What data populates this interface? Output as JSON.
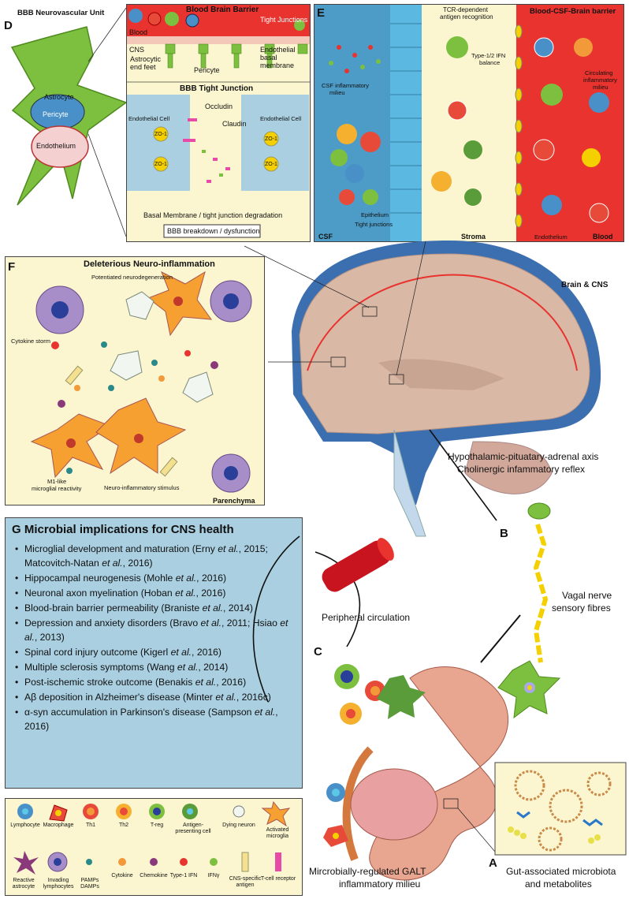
{
  "panels": {
    "A": {
      "letter": "A",
      "caption_line1": "Gut-associated microbiota",
      "caption_line2": "and metabolites"
    },
    "B": {
      "letter": "B",
      "caption_line1": "Vagal nerve",
      "caption_line2": "sensory fibres"
    },
    "C": {
      "letter": "C",
      "circulation_label": "Peripheral circulation",
      "galt_line1": "Mircrobially-regulated GALT",
      "galt_line2": "inflammatory milieu"
    },
    "D": {
      "letter": "D",
      "title": "BBB Neurovascular Unit",
      "astrocyte": "Astrocyte",
      "pericyte": "Pericyte",
      "endothelium": "Endothelium"
    },
    "BBB": {
      "title": "Blood Brain Barrier",
      "tight_junctions": "Tight Junctions",
      "blood": "Blood",
      "cns": "CNS",
      "astro_feet": "Astrocytic end feet",
      "pericyte": "Pericyte",
      "endo_membrane": "Endothelial basal membrane",
      "tj_title": "BBB Tight Junction",
      "occludin": "Occludin",
      "claudin": "Claudin",
      "endo_cell_left": "Endothelial Cell",
      "endo_cell_right": "Endothelial Cell",
      "zo1": "ZO-1",
      "basal": "Basal Membrane / tight junction degradation",
      "breakdown": "BBB breakdown / dysfunction"
    },
    "E": {
      "letter": "E",
      "title": "Blood-CSF-Brain barrier",
      "tcr": "TCR-dependent",
      "tcr2": "antigen recognition",
      "ifn1": "Type-1/2 IFN",
      "ifn2": "balance",
      "circ1": "Circulating",
      "circ2": "inflammatory",
      "circ3": "milieu",
      "csf_mil1": "CSF inflammatory",
      "csf_mil2": "milieu",
      "epithelium": "Epithelium",
      "tight": "Tight junctions",
      "csf": "CSF",
      "stroma": "Stroma",
      "endothelium": "Endothelium",
      "blood": "Blood"
    },
    "F": {
      "letter": "F",
      "title": "Deleterious Neuro-inflammation",
      "potentiated": "Potentiated neurodegeneration",
      "cytokine": "Cytokine storm",
      "m1_1": "M1-like",
      "m1_2": "microglial reactivity",
      "stimulus": "Neuro-inflammatory stimulus",
      "parenchyma": "Parenchyma"
    },
    "brain": {
      "label": "Brain & CNS",
      "hpa1": "Hypothalamic-pituatary-adrenal axis",
      "hpa2": "Cholinergic infammatory reflex"
    },
    "G": {
      "letter": "G",
      "title": "Microbial implications for CNS health",
      "items": [
        {
          "text": "Microglial development and maturation (Erny ",
          "it": "et",
          "rest_line": "al.",
          "tail": ", 2015; Matcovitch-Natan ",
          "it2": "et al.",
          "tail2": ", 2016)"
        },
        {
          "text": "Hippocampal neurogenesis (Mohle ",
          "it": "et al.",
          "tail": ", 2016)"
        },
        {
          "text": "Neuronal axon myelination (Hoban ",
          "it": "et al.",
          "tail": ", 2016)"
        },
        {
          "text": "Blood-brain barrier permeability (Braniste ",
          "it": "et al.",
          "tail": ", 2014)"
        },
        {
          "text": "Depression and anxiety disorders (Bravo ",
          "it": "et al.",
          "tail": ", 2011; Hsiao ",
          "it2": "et al.",
          "tail2": ", 2013)"
        },
        {
          "text": "Spinal cord injury outcome (Kigerl ",
          "it": "et al.",
          "tail": ", 2016)"
        },
        {
          "text": "Multiple sclerosis symptoms (Wang ",
          "it": "et al.",
          "tail": ", 2014)"
        },
        {
          "text": "Post-ischemic stroke outcome (Benakis ",
          "it": "et al.",
          "tail": ", 2016)"
        },
        {
          "text": "Aβ deposition in Alzheimer's disease (Minter ",
          "it": "et al.",
          "tail": ", 2016c)"
        },
        {
          "text": "α-syn accumulation in Parkinson's disease (Sampson ",
          "it": "et al.",
          "tail": ", 2016)"
        }
      ]
    },
    "legend": {
      "row1": [
        "Lymphocyte",
        "Macrophage",
        "Th1",
        "Th2",
        "T-reg",
        "Antigen-presenting cell",
        "Dying neuron",
        "Activated microglia"
      ],
      "row2": [
        "Reactive astrocyte",
        "Invading lymphocytes",
        "PAMPs DAMPs",
        "Cytokine",
        "Chemokine",
        "Type-1 IFN",
        "IFNγ",
        "CNS-specific antigen",
        "T-cell receptor"
      ]
    }
  },
  "colors": {
    "panel_bg": "#fbf6cf",
    "g_bg": "#a9cfe1",
    "blood_red": "#e8332e",
    "csf_blue": "#4d9cc7",
    "astro_green": "#7dbf3f"
  }
}
